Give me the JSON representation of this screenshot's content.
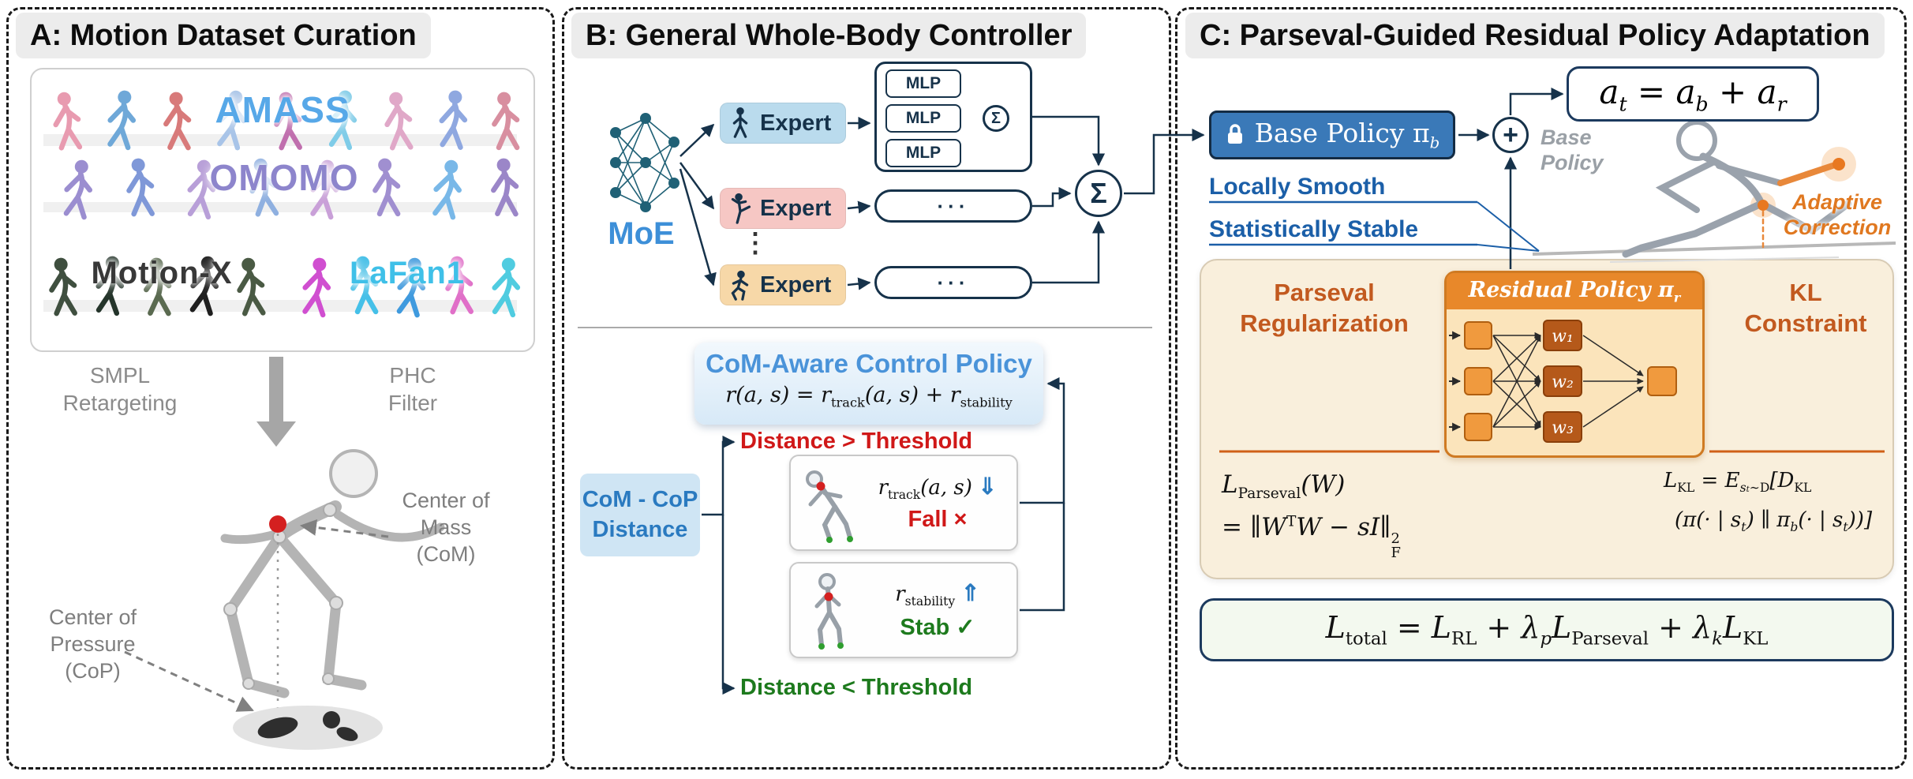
{
  "colors": {
    "accent_blue": "#1b5fa8",
    "policy_blue": "#4a93d9",
    "accent_orange": "#e07820",
    "status_red": "#d01818",
    "status_green": "#1d7a1d",
    "base_policy_fill": "#3a79b8"
  },
  "panels": {
    "a": {
      "title": "A: Motion Dataset Curation"
    },
    "b": {
      "title": "B: General Whole-Body Controller"
    },
    "c": {
      "title": "C: Parseval-Guided Residual Policy Adaptation"
    }
  },
  "panelA": {
    "datasets": {
      "amass": "AMASS",
      "omomo": "OMOMO",
      "motionx": "Motion-X",
      "lafan1": "LaFan1"
    },
    "smpl": [
      "SMPL",
      "Retargeting"
    ],
    "phc": [
      "PHC",
      "Filter"
    ],
    "com": [
      "Center of",
      "Mass",
      "(CoM)"
    ],
    "cop": [
      "Center of",
      "Pressure",
      "(CoP)"
    ]
  },
  "panelB": {
    "moe": "MoE",
    "expert": "Expert",
    "mlp": "MLP",
    "sigma": "Σ",
    "dots": "···",
    "vdots": "⋮",
    "policy_title": "CoM-Aware Control Policy",
    "reward": [
      "r(a, s) =  r",
      "track",
      "(a, s) + r",
      "stability"
    ],
    "dist_gt": "Distance > Threshold",
    "dist_lt": "Distance < Threshold",
    "track": [
      "r",
      "track",
      "(a, s)"
    ],
    "track_arrow": "⇓",
    "fall": "Fall ×",
    "stability": [
      "r",
      "stability"
    ],
    "stab_arrow": "⇑",
    "stab": "Stab ✓",
    "comcop": [
      "CoM - CoP",
      "Distance"
    ]
  },
  "panelC": {
    "base_policy": [
      "Base Policy π",
      "b"
    ],
    "plus": "+",
    "action": [
      "a",
      "t",
      " = a",
      "b",
      " + a",
      "r"
    ],
    "locally_smooth": "Locally Smooth",
    "statistically_stable": "Statistically Stable",
    "base_annot": [
      "Base",
      "Policy"
    ],
    "adaptive": [
      "Adaptive",
      "Correction"
    ],
    "parseval_reg": [
      "Parseval",
      "Regularization"
    ],
    "kl_constraint": [
      "KL",
      "Constraint"
    ],
    "residual": [
      "Residual Policy π",
      "r"
    ],
    "weights": [
      "w₁",
      "w₂",
      "w₃"
    ],
    "lpar_l1": [
      "L",
      "Parseval",
      "(W)"
    ],
    "lpar_l2": [
      "= ∥W",
      "T",
      "W − sI∥",
      "2",
      "F"
    ],
    "lkl_l1": [
      "L",
      "KL",
      " = E",
      "s",
      "t",
      "∼D",
      "[D",
      "KL"
    ],
    "lkl_l2": [
      "(π(· | s",
      "t",
      ") ∥ π",
      "b",
      "(· | s",
      "t",
      "))]"
    ],
    "ltotal": [
      "L",
      "total",
      " = L",
      "RL",
      " + λ",
      "p",
      "L",
      "Parseval",
      " + λ",
      "k",
      "L",
      "KL"
    ]
  }
}
